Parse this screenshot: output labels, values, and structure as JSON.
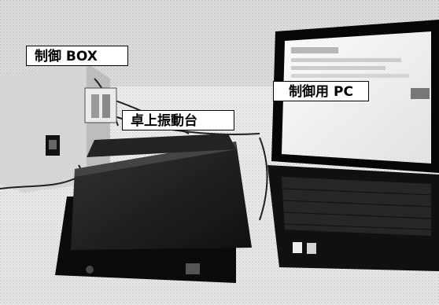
{
  "labels": {
    "control_box": "制御 BOX",
    "control_pc": "制御用 PC",
    "vibration_table": "卓上振動台"
  }
}
